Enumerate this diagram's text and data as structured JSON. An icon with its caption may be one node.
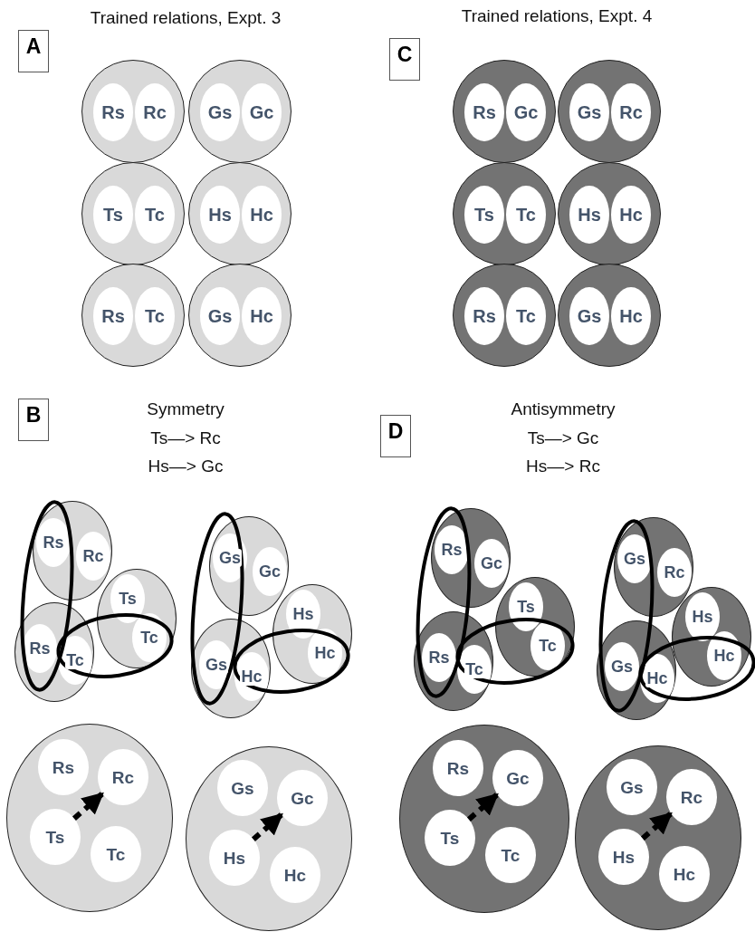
{
  "diagram": {
    "nodes": [
      {
        "text": [
          "A"
        ]
      },
      {
        "text": [],
        "shape": "circle"
      },
      {
        "text": [
          "Rs"
        ],
        "in": 1
      },
      {
        "text": [
          "Rc"
        ],
        "in": 1
      },
      {
        "text": [],
        "shape": "circle"
      },
      {
        "text": [
          "Gs"
        ],
        "in": 4
      },
      {
        "text": [
          "Gc"
        ],
        "in": 4
      },
      {
        "text": [],
        "shape": "circle"
      },
      {
        "text": [
          "Ts"
        ],
        "in": 7
      },
      {
        "text": [
          "Tc"
        ],
        "in": 7
      },
      {
        "text": [],
        "shape": "circle"
      },
      {
        "text": [
          "Hs"
        ],
        "in": 10
      },
      {
        "text": [
          "Hc"
        ],
        "in": 10
      },
      {
        "text": [],
        "shape": "circle"
      },
      {
        "text": [
          "Rs"
        ],
        "in": 13
      },
      {
        "text": [
          "Tc"
        ],
        "in": 13
      },
      {
        "text": [],
        "shape": "circle"
      },
      {
        "text": [
          "Gs"
        ],
        "in": 16
      },
      {
        "text": [
          "Hc"
        ],
        "in": 16
      },
      {
        "text": [
          "C"
        ]
      },
      {
        "text": [],
        "shape": "circle"
      },
      {
        "text": [
          "Rs"
        ],
        "in": 20
      },
      {
        "text": [
          "Gc"
        ],
        "in": 20
      },
      {
        "text": [],
        "shape": "circle"
      },
      {
        "text": [
          "Gs"
        ],
        "in": 23
      },
      {
        "text": [
          "Rc"
        ],
        "in": 23
      },
      {
        "text": [],
        "shape": "circle"
      },
      {
        "text": [
          "Ts"
        ],
        "in": 26
      },
      {
        "text": [
          "Tc"
        ],
        "in": 26
      },
      {
        "text": [],
        "shape": "circle"
      },
      {
        "text": [
          "Hs"
        ],
        "in": 29
      },
      {
        "text": [
          "Hc"
        ],
        "in": 29
      },
      {
        "text": [],
        "shape": "circle"
      },
      {
        "text": [
          "Rs"
        ],
        "in": 32
      },
      {
        "text": [
          "Tc"
        ],
        "in": 32
      },
      {
        "text": [],
        "shape": "circle"
      },
      {
        "text": [
          "Gs"
        ],
        "in": 35
      },
      {
        "text": [
          "Hc"
        ],
        "in": 35
      },
      {
        "text": [
          "B"
        ]
      },
      {
        "text": [],
        "shape": "circle"
      },
      {
        "text": [
          "Rs"
        ],
        "in": 39
      },
      {
        "text": [
          "Rc"
        ],
        "in": 39
      },
      {
        "text": [],
        "shape": "circle"
      },
      {
        "text": [
          "Gs"
        ],
        "in": 42
      },
      {
        "text": [
          "Gc"
        ],
        "in": 42
      },
      {
        "text": [],
        "shape": "circle"
      },
      {
        "text": [
          "Ts"
        ],
        "in": 45
      },
      {
        "text": [
          "Tc"
        ],
        "in": 45
      },
      {
        "text": [],
        "shape": "circle"
      },
      {
        "text": [
          "Hs"
        ],
        "in": 48
      },
      {
        "text": [
          "Hc"
        ],
        "in": 48
      },
      {
        "text": [],
        "shape": "circle"
      },
      {
        "text": [
          "Rs"
        ],
        "in": 51
      },
      {
        "text": [
          "Tc"
        ],
        "in": 51
      },
      {
        "text": [],
        "shape": "circle"
      },
      {
        "text": [
          "Gs"
        ],
        "in": 54
      },
      {
        "text": [
          "Hc"
        ],
        "in": 54
      },
      {
        "text": [],
        "shape": "circle"
      },
      {
        "text": [
          "Rs"
        ],
        "in": 57
      },
      {
        "text": [
          "Rc"
        ],
        "in": 57
      },
      {
        "text": [
          "Ts"
        ],
        "in": 57
      },
      {
        "text": [
          "Tc"
        ],
        "in": 57
      },
      {
        "text": [],
        "shape": "circle"
      },
      {
        "text": [
          "Gs"
        ],
        "in": 62
      },
      {
        "text": [
          "Gc"
        ],
        "in": 62
      },
      {
        "text": [
          "Hs"
        ],
        "in": 62
      },
      {
        "text": [
          "Hc"
        ],
        "in": 62
      },
      {
        "text": [
          "D"
        ]
      },
      {
        "text": [],
        "shape": "circle"
      },
      {
        "text": [
          "Rs"
        ],
        "in": 68
      },
      {
        "text": [
          "Gc"
        ],
        "in": 68
      },
      {
        "text": [],
        "shape": "circle"
      },
      {
        "text": [
          "Gs"
        ],
        "in": 71
      },
      {
        "text": [
          "Rc"
        ],
        "in": 71
      },
      {
        "text": [],
        "shape": "circle"
      },
      {
        "text": [
          "Ts"
        ],
        "in": 74
      },
      {
        "text": [
          "Tc"
        ],
        "in": 74
      },
      {
        "text": [],
        "shape": "circle"
      },
      {
        "text": [
          "Hs"
        ],
        "in": 77
      },
      {
        "text": [
          "Hc"
        ],
        "in": 77
      },
      {
        "text": [],
        "shape": "circle"
      },
      {
        "text": [
          "Rs"
        ],
        "in": 80
      },
      {
        "text": [
          "Tc"
        ],
        "in": 80
      },
      {
        "text": [],
        "shape": "circle"
      },
      {
        "text": [
          "Gs"
        ],
        "in": 83
      },
      {
        "text": [
          "Hc"
        ],
        "in": 83
      },
      {
        "text": [],
        "shape": "circle"
      },
      {
        "text": [
          "Rs"
        ],
        "in": 86
      },
      {
        "text": [
          "Gc"
        ],
        "in": 86
      },
      {
        "text": [
          "Ts"
        ],
        "in": 86
      },
      {
        "text": [
          "Tc"
        ],
        "in": 86
      },
      {
        "text": [],
        "shape": "circle"
      },
      {
        "text": [
          "Gs"
        ],
        "in": 91
      },
      {
        "text": [
          "Rc"
        ],
        "in": 91
      },
      {
        "text": [
          "Hs"
        ],
        "in": 91
      },
      {
        "text": [
          "Hc"
        ],
        "in": 91
      }
    ],
    "edges": [
      {
        "from": 60,
        "to": 59,
        "arrow": "to",
        "style": "dashed"
      },
      {
        "from": 65,
        "to": 64,
        "arrow": "to",
        "style": "dashed"
      },
      {
        "from": 89,
        "to": 88,
        "arrow": "to",
        "style": "dashed"
      },
      {
        "from": 94,
        "to": 93,
        "arrow": "to",
        "style": "dashed"
      }
    ],
    "labels": [
      "Trained relations, Expt. 3",
      "Trained relations, Expt. 4",
      "Symmetry",
      "Ts—> Rc",
      "Hs—> Gc",
      "Antisymmetry",
      "Ts—> Gc",
      "Hs—> Rc"
    ]
  }
}
